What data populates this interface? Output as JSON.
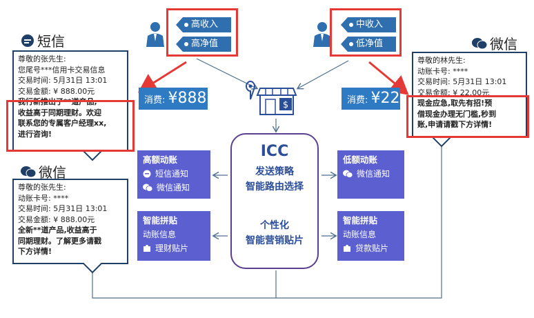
{
  "left_top": {
    "channel": "短信",
    "lines": [
      "尊敬的张先生:",
      "您尾号***信用卡交易信息",
      "交易时间:  5月31日 13:01",
      "交易金额: ¥ 888.00元"
    ],
    "highlight": [
      "我行新推出了**道产品,",
      "收益高于同期理财。欢迎",
      "联系您的专属客户经理xx,",
      "进行咨询!"
    ]
  },
  "left_bottom": {
    "channel": "微信",
    "lines": [
      "尊敬的张先生:",
      "动账卡号:  ****",
      "交易时间:  5月31日 13:01",
      "交易金额: ¥ 888.00元"
    ],
    "highlight": [
      "全新**道产品,收益高于",
      "同期理财。了解更多请戳",
      "下方详情!"
    ]
  },
  "right_top": {
    "channel": "微信",
    "lines": [
      "尊敬的林先生:",
      "动账卡号:  ****",
      "交易时间:  5月31日 13:01",
      "交易金额: ¥ 22.00元"
    ],
    "highlight": [
      "现金应急,取先有招!预",
      "借现金办理无门槛,秒到",
      "账,申请请戳下方详情!"
    ]
  },
  "left_tags": [
    "高收入",
    "高净值"
  ],
  "right_tags": [
    "中收入",
    "低净值"
  ],
  "spend_left": {
    "label": "消费:",
    "value": "¥888"
  },
  "spend_right": {
    "label": "消费:",
    "value": "¥22"
  },
  "icc": {
    "title": "ICC",
    "line1": "发送策略",
    "line2": "智能路由选择",
    "line3": "个性化",
    "line4": "智能营销贴片"
  },
  "panel_high": {
    "title": "高额动账",
    "items": [
      "短信通知",
      "微信通知"
    ]
  },
  "panel_low": {
    "title": "低额动账",
    "items": [
      "微信通知"
    ]
  },
  "panel_paste_left": {
    "title": "智能拼贴",
    "sub": "动账信息",
    "item": "理财贴片"
  },
  "panel_paste_right": {
    "title": "智能拼贴",
    "sub": "动账信息",
    "item": "贷款贴片"
  },
  "colors": {
    "navy": "#1f3f66",
    "accent_red": "#e53935",
    "brand_blue": "#2f6fb0",
    "panel_purple": "#5b5fcf"
  }
}
